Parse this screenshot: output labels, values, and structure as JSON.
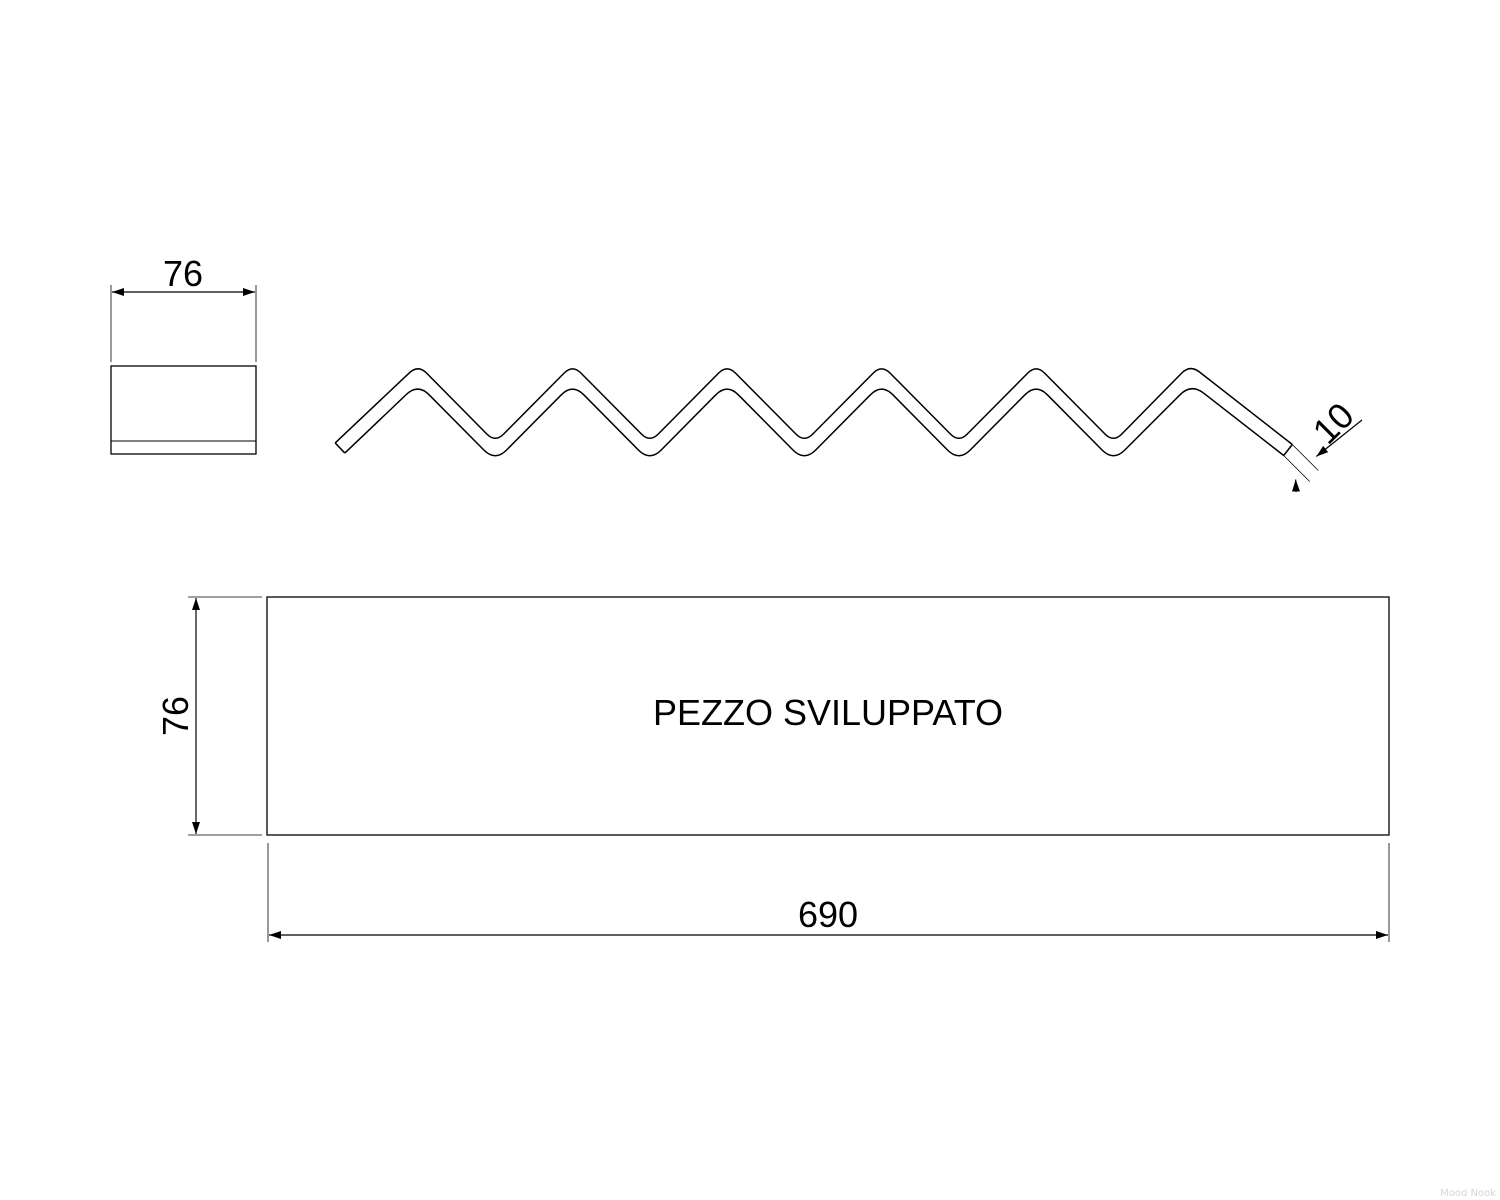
{
  "dimensions": {
    "side_view_width": "76",
    "thickness": "10",
    "developed_height": "76",
    "developed_length": "690"
  },
  "labels": {
    "developed_piece": "PEZZO SVILUPPATO"
  },
  "watermark": "Mood Nook",
  "colors": {
    "line": "#000000",
    "background": "#ffffff"
  }
}
